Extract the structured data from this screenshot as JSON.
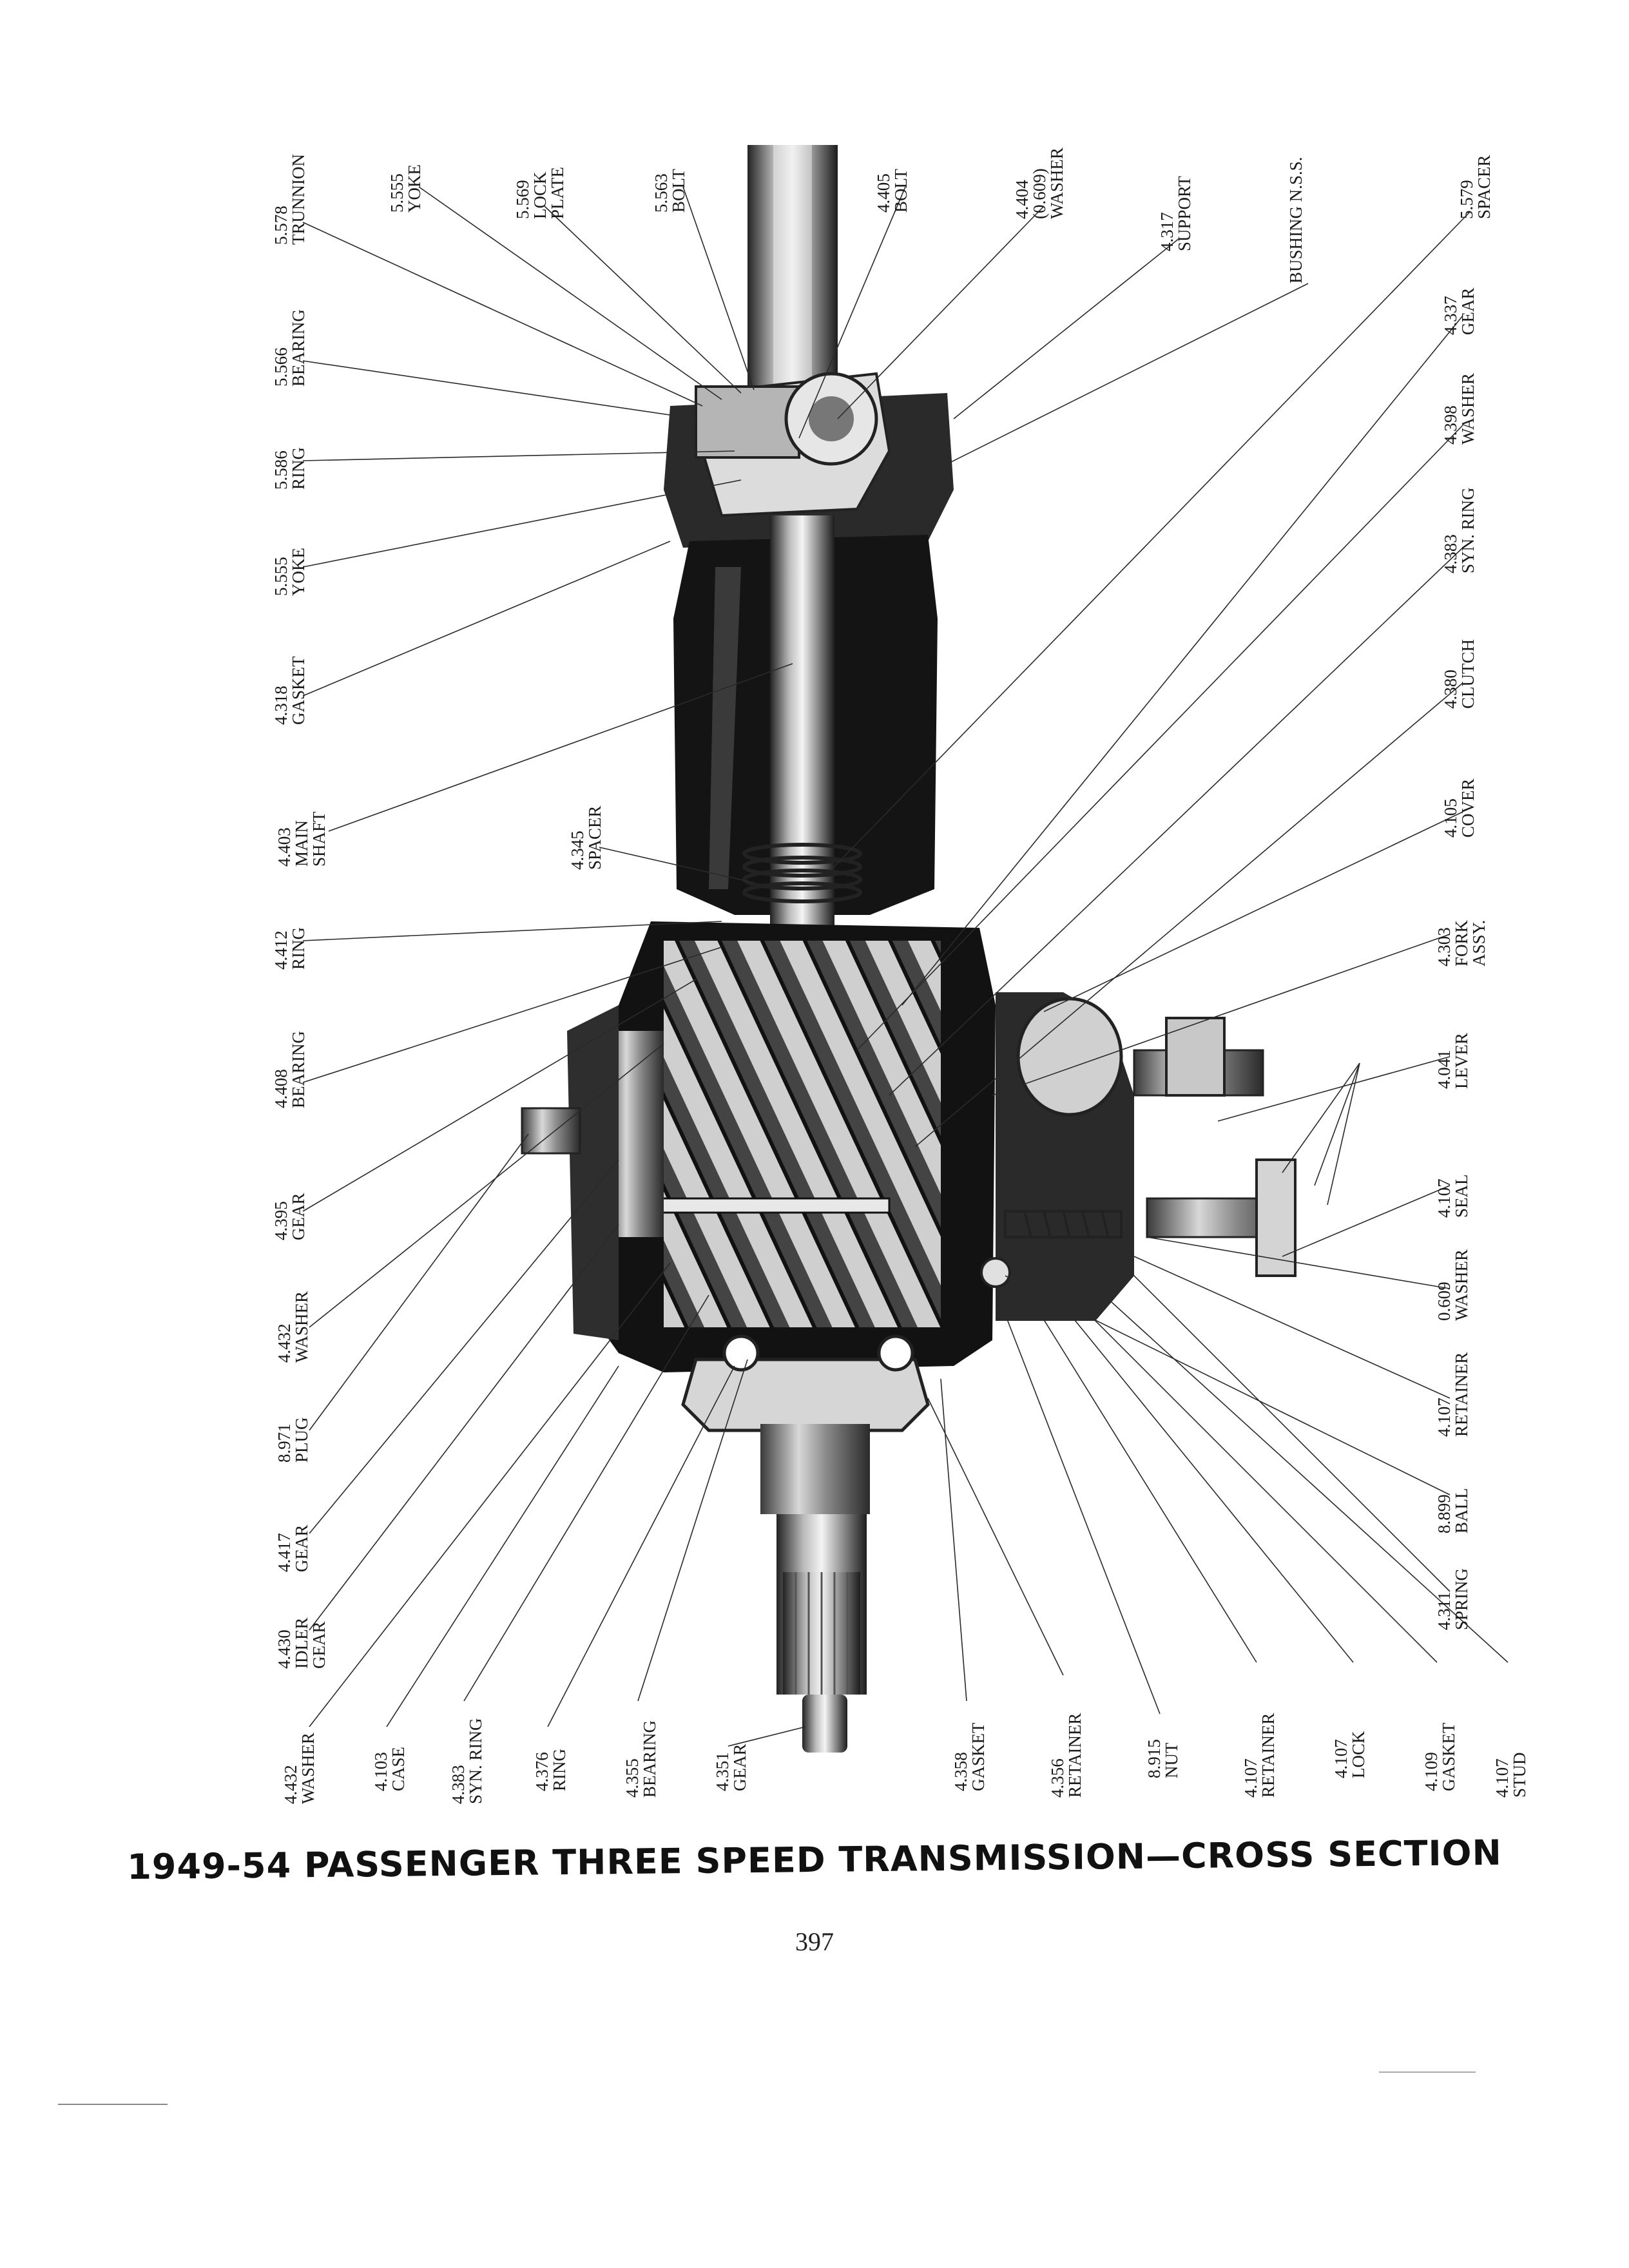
{
  "caption": "1949-54 PASSENGER THREE SPEED TRANSMISSION—CROSS SECTION",
  "page_number": "397",
  "labels_top": [
    {
      "id": "trunnion-5578",
      "lines": [
        "5.578",
        "TRUNNION"
      ]
    },
    {
      "id": "yoke-5555-top",
      "lines": [
        "5.555",
        "YOKE"
      ]
    },
    {
      "id": "lock-plate-5569",
      "lines": [
        "5.569",
        "LOCK",
        "PLATE"
      ]
    },
    {
      "id": "bolt-5563",
      "lines": [
        "5.563",
        "BOLT"
      ]
    },
    {
      "id": "bolt-4405",
      "lines": [
        "4.405",
        "BOLT"
      ]
    },
    {
      "id": "washer-4404",
      "lines": [
        "4.404",
        "(0.609)",
        "WASHER"
      ]
    },
    {
      "id": "support-4317",
      "lines": [
        "4.317",
        "SUPPORT"
      ]
    },
    {
      "id": "bushing-nss",
      "lines": [
        "BUSHING N.S.S."
      ]
    },
    {
      "id": "spacer-5579",
      "lines": [
        "5.579",
        "SPACER"
      ]
    }
  ],
  "labels_left": [
    {
      "id": "bearing-5566",
      "lines": [
        "5.566",
        "BEARING"
      ]
    },
    {
      "id": "ring-5586",
      "lines": [
        "5.586",
        "RING"
      ]
    },
    {
      "id": "yoke-5555-left",
      "lines": [
        "5.555",
        "YOKE"
      ]
    },
    {
      "id": "gasket-4318",
      "lines": [
        "4.318",
        "GASKET"
      ]
    },
    {
      "id": "main-shaft-4403",
      "lines": [
        "4.403",
        "MAIN",
        "SHAFT"
      ]
    },
    {
      "id": "spacer-4345",
      "lines": [
        "4.345",
        "SPACER"
      ]
    },
    {
      "id": "ring-4412",
      "lines": [
        "4.412",
        "RING"
      ]
    },
    {
      "id": "bearing-4408",
      "lines": [
        "4.408",
        "BEARING"
      ]
    },
    {
      "id": "gear-4395",
      "lines": [
        "4.395",
        "GEAR"
      ]
    },
    {
      "id": "washer-4432-upper",
      "lines": [
        "4.432",
        "WASHER"
      ]
    },
    {
      "id": "plug-8971",
      "lines": [
        "8.971",
        "PLUG"
      ]
    },
    {
      "id": "gear-4417",
      "lines": [
        "4.417",
        "GEAR"
      ]
    },
    {
      "id": "idler-gear-4430",
      "lines": [
        "4.430",
        "IDLER",
        "GEAR"
      ]
    }
  ],
  "labels_right": [
    {
      "id": "gear-4337",
      "lines": [
        "4.337",
        "GEAR"
      ]
    },
    {
      "id": "washer-4398",
      "lines": [
        "4.398",
        "WASHER"
      ]
    },
    {
      "id": "syn-ring-4383-right",
      "lines": [
        "4.383",
        "SYN. RING"
      ]
    },
    {
      "id": "clutch-4380",
      "lines": [
        "4.380",
        "CLUTCH"
      ]
    },
    {
      "id": "cover-4105",
      "lines": [
        "4.105",
        "COVER"
      ]
    },
    {
      "id": "fork-assy-4303",
      "lines": [
        "4.303",
        "FORK",
        "ASSY."
      ]
    },
    {
      "id": "lever-4041",
      "lines": [
        "4.041",
        "LEVER"
      ]
    },
    {
      "id": "seal-4107",
      "lines": [
        "4.107",
        "SEAL"
      ]
    },
    {
      "id": "washer-0609",
      "lines": [
        "0.609",
        "WASHER"
      ]
    },
    {
      "id": "retainer-4107-upper",
      "lines": [
        "4.107",
        "RETAINER"
      ]
    },
    {
      "id": "ball-8899",
      "lines": [
        "8.899",
        "BALL"
      ]
    },
    {
      "id": "spring-4311",
      "lines": [
        "4.311",
        "SPRING"
      ]
    }
  ],
  "labels_bottom": [
    {
      "id": "washer-4432-lower",
      "lines": [
        "4.432",
        "WASHER"
      ]
    },
    {
      "id": "case-4103",
      "lines": [
        "4.103",
        "CASE"
      ]
    },
    {
      "id": "syn-ring-4383-bottom",
      "lines": [
        "4.383",
        "SYN. RING"
      ]
    },
    {
      "id": "ring-4376",
      "lines": [
        "4.376",
        "RING"
      ]
    },
    {
      "id": "bearing-4355",
      "lines": [
        "4.355",
        "BEARING"
      ]
    },
    {
      "id": "gear-4351",
      "lines": [
        "4.351",
        "GEAR"
      ]
    },
    {
      "id": "gasket-4358",
      "lines": [
        "4.358",
        "GASKET"
      ]
    },
    {
      "id": "retainer-4356",
      "lines": [
        "4.356",
        "RETAINER"
      ]
    },
    {
      "id": "nut-8915",
      "lines": [
        "8.915",
        "NUT"
      ]
    },
    {
      "id": "retainer-4107-lower",
      "lines": [
        "4.107",
        "RETAINER"
      ]
    },
    {
      "id": "lock-4107",
      "lines": [
        "4.107",
        "LOCK"
      ]
    },
    {
      "id": "gasket-4109",
      "lines": [
        "4.109",
        "GASKET"
      ]
    },
    {
      "id": "stud-4107",
      "lines": [
        "4.107",
        "STUD"
      ]
    }
  ]
}
